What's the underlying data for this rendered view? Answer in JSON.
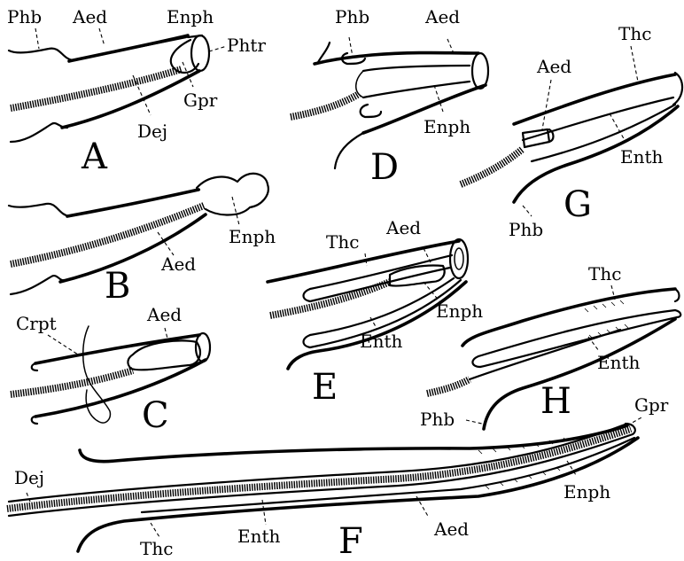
{
  "labels": {
    "A": {
      "phb": "Phb",
      "aed": "Aed",
      "enph": "Enph",
      "phtr": "Phtr",
      "gpr": "Gpr",
      "dej": "Dej",
      "letter": "A"
    },
    "B": {
      "enph": "Enph",
      "aed": "Aed",
      "letter": "B"
    },
    "C": {
      "crpt": "Crpt",
      "aed": "Aed",
      "letter": "C"
    },
    "D": {
      "phb": "Phb",
      "aed": "Aed",
      "enph": "Enph",
      "letter": "D"
    },
    "E": {
      "thc": "Thc",
      "aed": "Aed",
      "enph": "Enph",
      "enth": "Enth",
      "letter": "E"
    },
    "F": {
      "dej": "Dej",
      "gpr": "Gpr",
      "enph": "Enph",
      "aed": "Aed",
      "enth": "Enth",
      "thc": "Thc",
      "letter": "F"
    },
    "G": {
      "aed": "Aed",
      "thc": "Thc",
      "enth": "Enth",
      "phb": "Phb",
      "letter": "G"
    },
    "H": {
      "thc": "Thc",
      "enth": "Enth",
      "phb": "Phb",
      "letter": "H"
    }
  }
}
